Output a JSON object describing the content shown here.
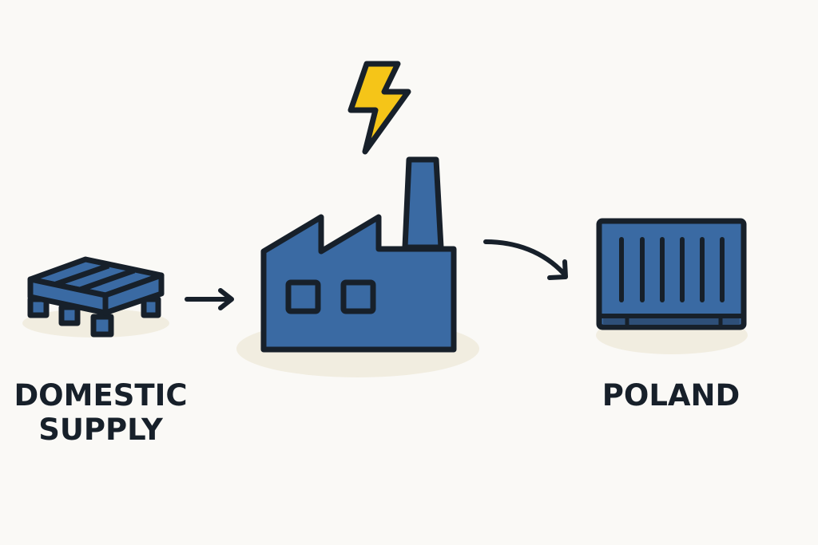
{
  "diagram": {
    "nodes": [
      {
        "id": "domestic-supply",
        "label_lines": [
          "DOMESTIC",
          "SUPPLY"
        ],
        "icon": "pallet-icon"
      },
      {
        "id": "factory",
        "label": "",
        "icon": "factory-icon",
        "badge_icon": "lightning-bolt-icon"
      },
      {
        "id": "poland",
        "label": "POLAND",
        "icon": "shipping-container-icon"
      }
    ],
    "edges": [
      {
        "from": "domestic-supply",
        "to": "factory",
        "style": "straight-arrow"
      },
      {
        "from": "factory",
        "to": "poland",
        "style": "curved-arrow"
      }
    ],
    "colors": {
      "background": "#faf9f6",
      "icon_fill": "#3a6aa3",
      "outline": "#17202a",
      "bolt": "#f5c518",
      "shadow": "#f1ede0"
    }
  }
}
